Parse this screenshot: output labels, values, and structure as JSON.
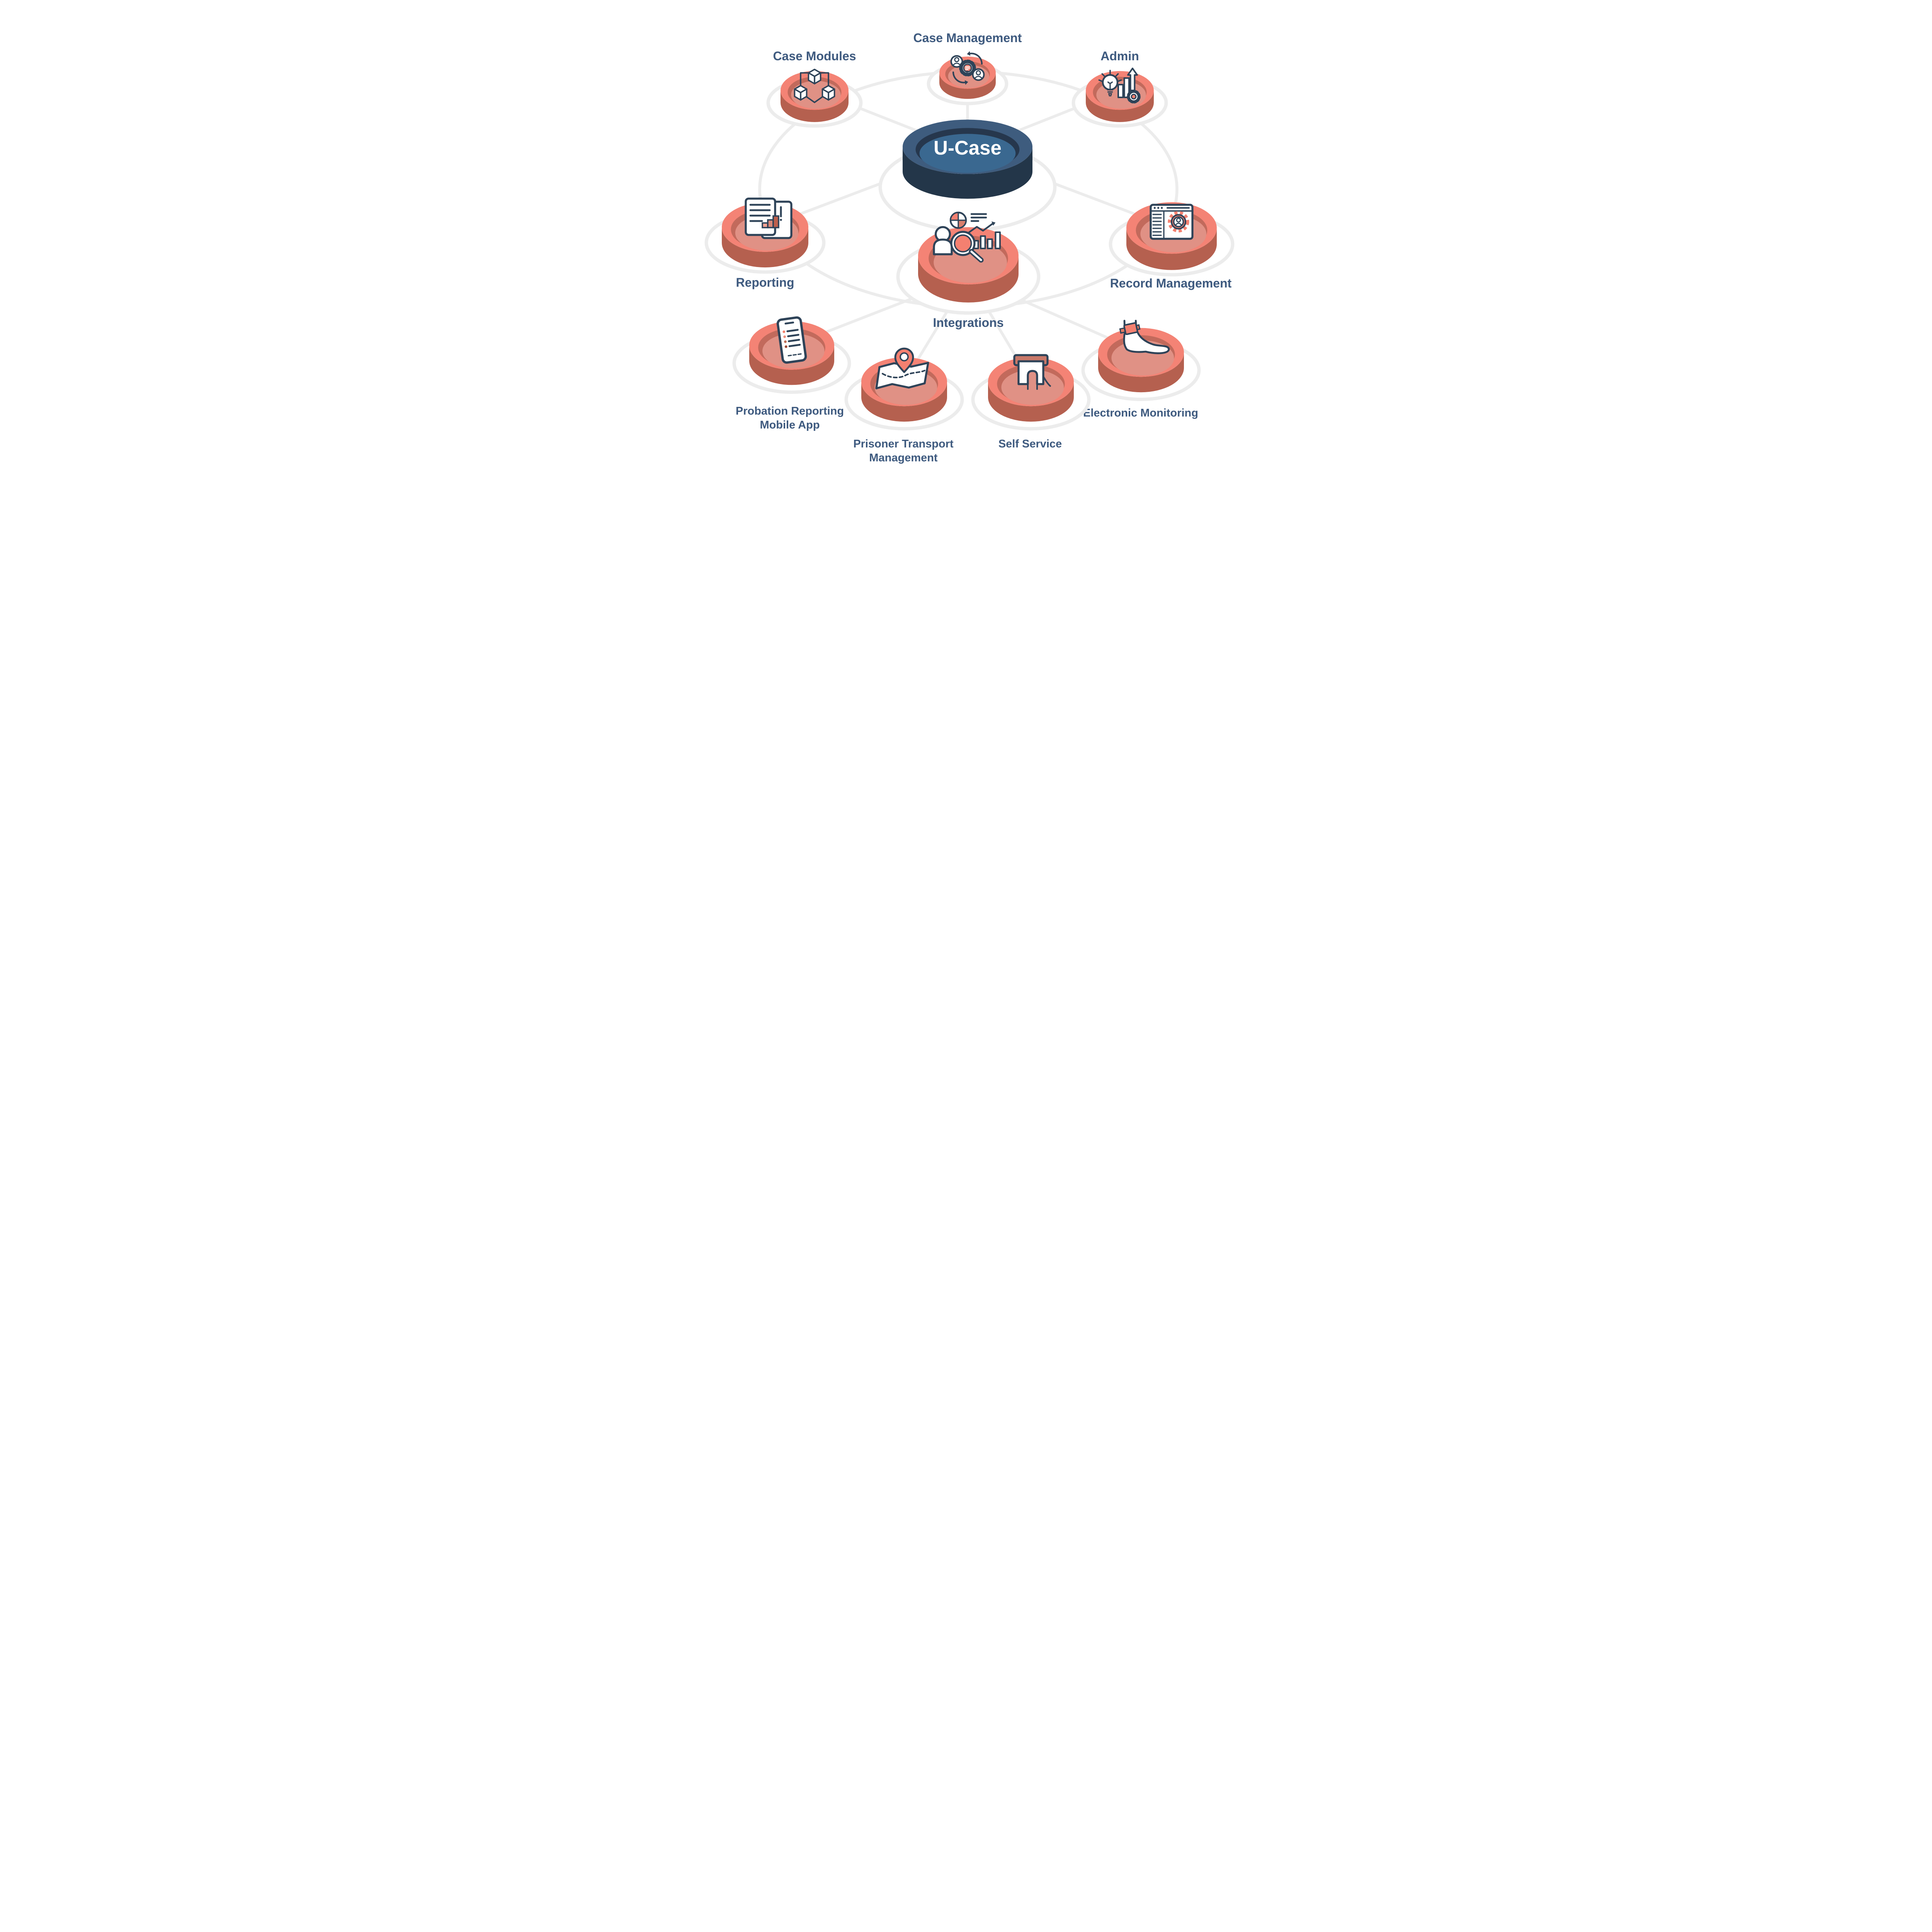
{
  "diagram": {
    "center": {
      "label": "U-Case",
      "icon": "center-hub-disc"
    },
    "nodes": {
      "case_modules": {
        "label": "Case Modules",
        "icon": "cubes-icon"
      },
      "case_management": {
        "label": "Case Management",
        "icon": "people-gear-cycle-icon"
      },
      "admin": {
        "label": "Admin",
        "icon": "lightbulb-growth-gear-icon"
      },
      "reporting": {
        "label": "Reporting",
        "icon": "documents-chart-icon"
      },
      "record_management": {
        "label": "Record Management",
        "icon": "browser-profile-gear-icon"
      },
      "integrations": {
        "label": "Integrations",
        "icon": "analyst-magnifier-charts-icon"
      },
      "probation_reporting": {
        "lines": [
          "Probation Reporting",
          "Mobile App"
        ],
        "icon": "mobile-checklist-icon"
      },
      "prisoner_transport": {
        "lines": [
          "Prisoner Transport",
          "Management"
        ],
        "icon": "map-route-pin-icon"
      },
      "self_service": {
        "label": "Self Service",
        "icon": "kiosk-ticket-icon"
      },
      "electronic_monitoring": {
        "label": "Electronic Monitoring",
        "icon": "ankle-tag-icon"
      }
    },
    "colors": {
      "background": "#FFFFFF",
      "navy_outline": "#2E4358",
      "accent_salmon": "#F48070",
      "disc_top": "#F48375",
      "disc_inner": "#E09185",
      "disc_rim": "#C26A5C",
      "disc_side": "#B5604F",
      "center_top": "#3E5C7E",
      "center_inner": "#3A6890",
      "center_rim": "#26374D",
      "center_side": "#233649",
      "label_text": "#3E5A7F",
      "connector_gray": "#ECECEC"
    }
  }
}
